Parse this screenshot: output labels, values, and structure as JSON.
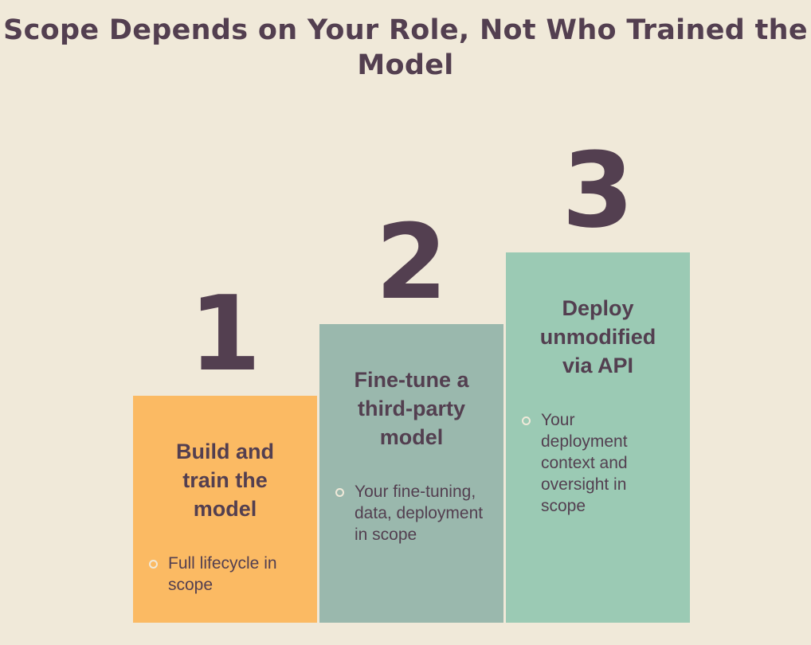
{
  "title": "Scope Depends on Your Role, Not Who Trained the Model",
  "colors": {
    "background": "#f0e9d9",
    "text": "#533f50",
    "step1": "#fbba63",
    "step2": "#9ab8ad",
    "step3": "#9bcab4"
  },
  "steps": [
    {
      "number": "1",
      "heading": "Build and train the model",
      "bullet": "Full lifecycle in scope"
    },
    {
      "number": "2",
      "heading": "Fine-tune a third-party model",
      "bullet": "Your fine-tuning, data, deployment in scope"
    },
    {
      "number": "3",
      "heading": "Deploy unmodified via API",
      "bullet": "Your deployment context and oversight in scope"
    }
  ]
}
